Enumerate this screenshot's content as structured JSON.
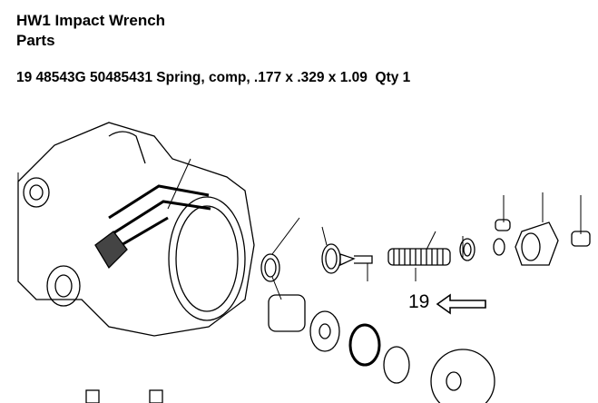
{
  "document": {
    "title": "HW1 Impact Wrench",
    "subtitle": "Parts",
    "part_line": "19 48543G 50485431 Spring, comp, .177 x .329 x 1.09  Qty 1"
  },
  "diagram": {
    "callout_number": "19",
    "arrow_direction": "left"
  }
}
